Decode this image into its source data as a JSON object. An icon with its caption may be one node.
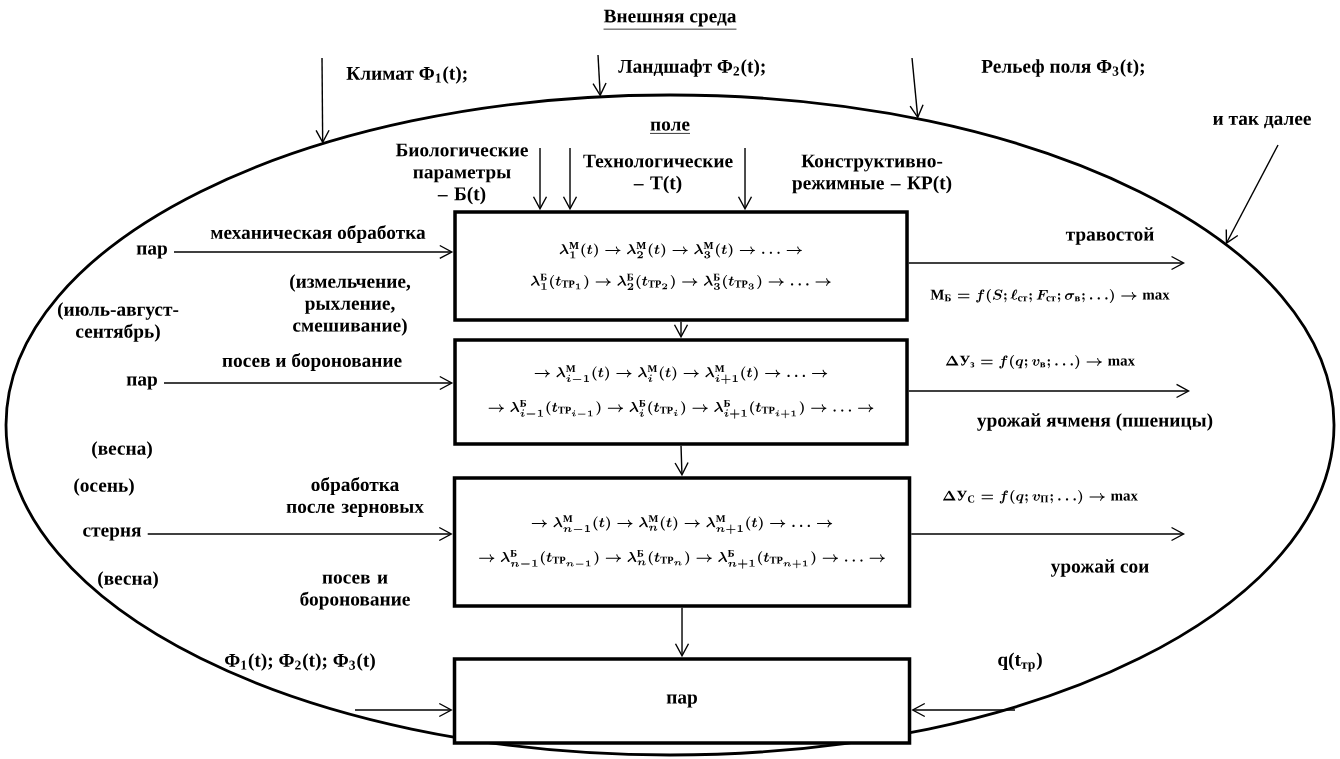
{
  "diagram": {
    "title": "Внешняя среда",
    "nodes": [
      {
        "text": [
          "поле"
        ]
      },
      {
        "text": [
          "\\lambda_1^{\\text{М}}(t)\\to\\lambda_2^{\\text{М}}(t)\\to\\lambda_3^{\\text{М}}(t)\\to\\ldots\\to",
          "\\lambda_1^{\\text{Б}}(t_{\\text{ТР}_1})\\to\\lambda_2^{\\text{Б}}(t_{\\text{ТР}_2})\\to\\lambda_3^{\\text{Б}}(t_{\\text{ТР}_3})\\to\\ldots\\to"
        ],
        "in": 0
      },
      {
        "text": [
          "\\to\\lambda_{i-1}^{\\text{М}}(t)\\to\\lambda_i^{\\text{М}}(t)\\to\\lambda_{i+1}^{\\text{М}}(t)\\to\\ldots\\to",
          "\\to\\lambda_{i-1}^{\\text{Б}}(t_{\\text{ТР}_{i-1}})\\to\\lambda_i^{\\text{Б}}(t_{\\text{ТР}_i})\\to\\lambda_{i+1}^{\\text{Б}}(t_{\\text{ТР}_{i+1}})\\to\\ldots\\to"
        ],
        "in": 0
      },
      {
        "text": [
          "\\to\\lambda_{n-1}^{\\text{М}}(t)\\to\\lambda_n^{\\text{М}}(t)\\to\\lambda_{n+1}^{\\text{М}}(t)\\to\\ldots\\to",
          "\\to\\lambda_{n-1}^{\\text{Б}}(t_{\\text{ТР}_{n-1}})\\to\\lambda_n^{\\text{Б}}(t_{\\text{ТР}_n})\\to\\lambda_{n+1}^{\\text{Б}}(t_{\\text{ТР}_{n+1}})\\to\\ldots\\to"
        ],
        "in": 0
      },
      {
        "text": [
          "пар"
        ],
        "in": 0
      },
      {
        "text": [
          "пар"
        ],
        "beside": [
          "(июль-август-сентябрь)"
        ],
        "in": 0
      },
      {
        "text": [
          "пар"
        ],
        "beside": [
          "(весна)"
        ],
        "in": 0
      },
      {
        "text": [
          "стерня"
        ],
        "beside": [
          "(осень)",
          "(весна)"
        ],
        "in": 0
      }
    ],
    "edges": [
      {
        "from": null,
        "to": 0,
        "arrow": "to",
        "label": "Климат Φ$_{1}$(t);"
      },
      {
        "from": null,
        "to": 0,
        "arrow": "to",
        "label": "Ландшафт Φ$_{2}$(t);"
      },
      {
        "from": null,
        "to": 0,
        "arrow": "to",
        "label": "Рельеф поля Φ$_{3}$(t);"
      },
      {
        "from": null,
        "to": 0,
        "arrow": "to",
        "label": "и так далее"
      },
      {
        "from": null,
        "to": 1,
        "arrow": "to"
      },
      {
        "from": null,
        "to": 1,
        "arrow": "to"
      },
      {
        "from": null,
        "to": 1,
        "arrow": "to"
      },
      {
        "from": 5,
        "to": 1,
        "arrow": "to",
        "label": "механическая обработка"
      },
      {
        "from": 6,
        "to": 2,
        "arrow": "to",
        "label": "посев и боронование"
      },
      {
        "from": 7,
        "to": 3,
        "arrow": "to",
        "label": "обработка после зерновых"
      },
      {
        "from": 1,
        "to": 2,
        "arrow": "to"
      },
      {
        "from": 2,
        "to": 3,
        "arrow": "to"
      },
      {
        "from": 3,
        "to": 4,
        "arrow": "to"
      },
      {
        "from": 1,
        "to": null,
        "arrow": "to",
        "label": "травостой"
      },
      {
        "from": 2,
        "to": null,
        "arrow": "to",
        "label": "урожай ячменя (пшеницы)"
      },
      {
        "from": 3,
        "to": null,
        "arrow": "to",
        "label": "урожай сои"
      },
      {
        "from": null,
        "to": 4,
        "arrow": "to",
        "label": "Φ$_{1}$(t); Φ$_{2}$(t); Φ$_{3}$(t)"
      },
      {
        "from": null,
        "to": 4,
        "arrow": "to",
        "label": "q(t$_{тр}$)"
      }
    ],
    "labels": [
      "Биологические параметры – Б(t)",
      "Технологические – Т(t)",
      "Конструктивно-режимные – КР(t)",
      "(измельчение, рыхление, смешивание)",
      "\\text{М}_{\\text{Б}}=f(S;\\ell_{\\text{ст}};F_{\\text{ст}};\\sigma_{\\text{в}};\\ldots)\\to\\max",
      "\\Delta\\text{У}_{\\text{з}}=f(q;v_{\\text{в}};\\ldots)\\to\\max",
      "\\Delta\\text{У}_{\\text{С}}=f(q;v_{\\text{П}};\\ldots)\\to\\max",
      "посев и боронование"
    ]
  }
}
